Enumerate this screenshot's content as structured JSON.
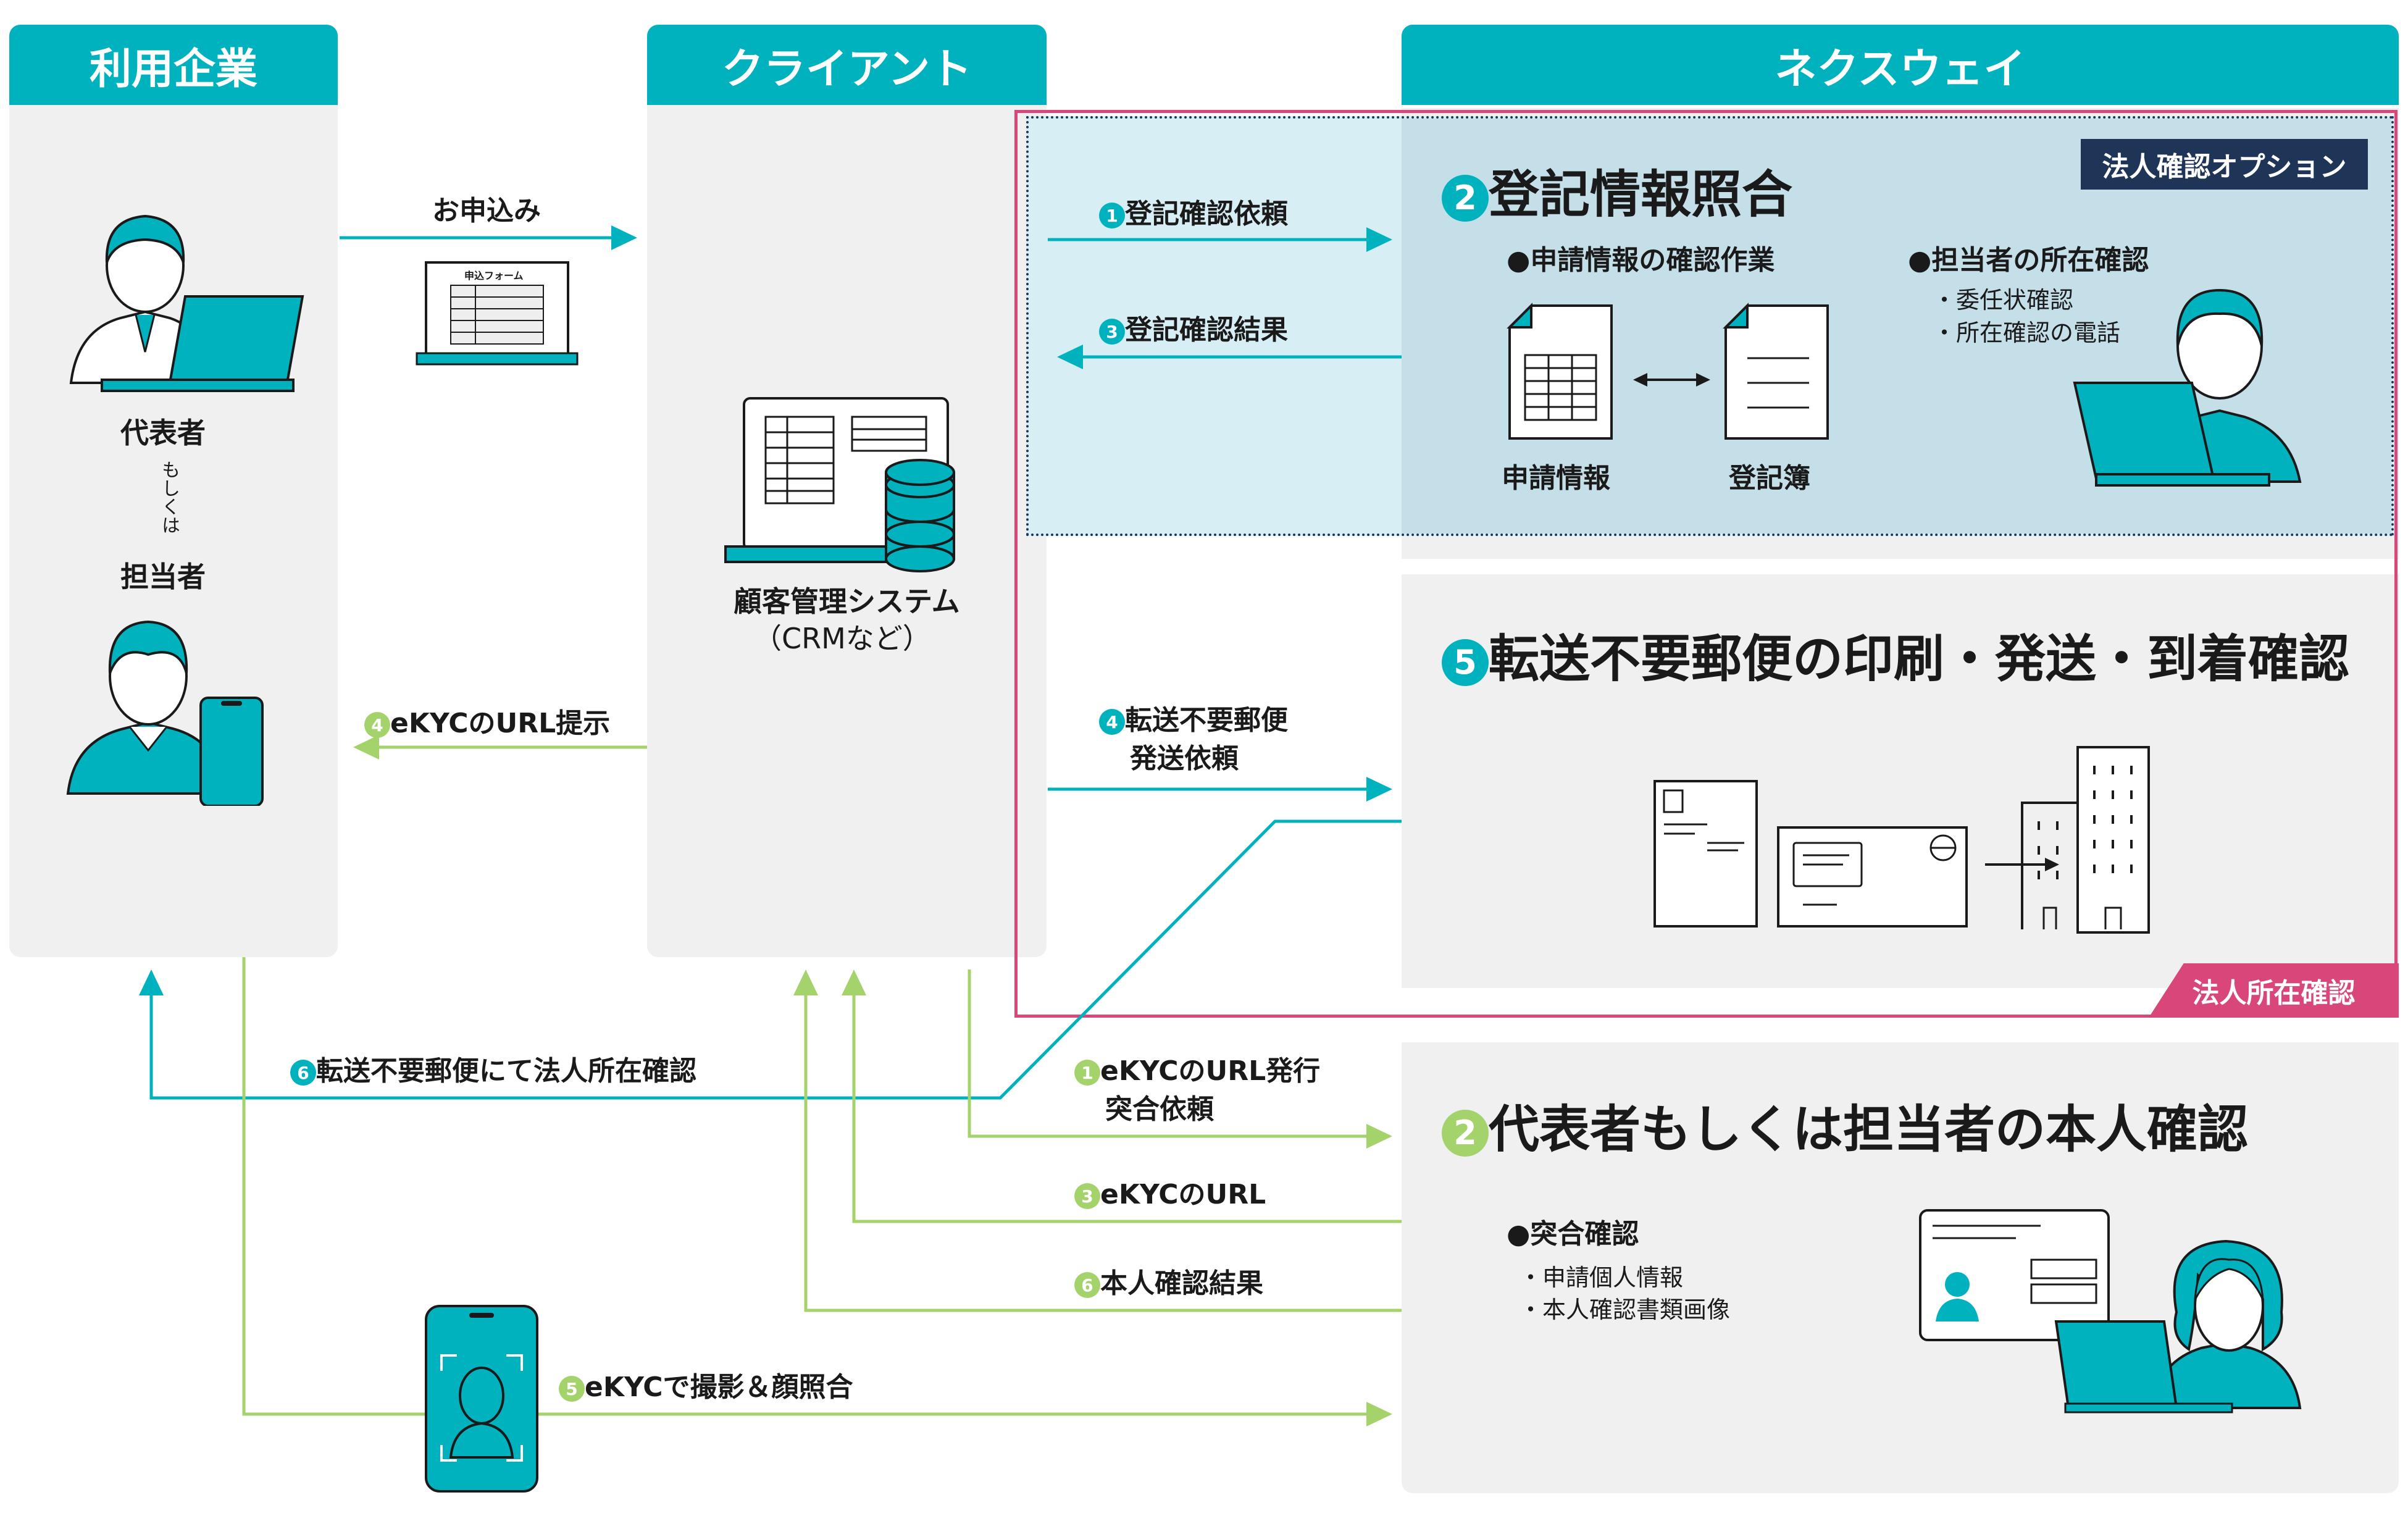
{
  "columns": {
    "company": "利用企業",
    "client": "クライアント",
    "nexway": "ネクスウェイ"
  },
  "company": {
    "representative": "代表者",
    "or": "もしくは",
    "person_in_charge": "担当者"
  },
  "flows": {
    "application": "お申込み",
    "form_label": "申込フォーム",
    "step1_registry": {
      "num": "1",
      "text": "登記確認依頼"
    },
    "step3_registry": {
      "num": "3",
      "text": "登記確認結果"
    },
    "step4_mail": {
      "num": "4",
      "line1": "転送不要郵便",
      "line2": "発送依頼"
    },
    "step4_url": {
      "num": "4",
      "text": "eKYCのURL提示"
    },
    "step6_mail": {
      "num": "6",
      "text": "転送不要郵便にて法人所在確認"
    },
    "step1_ekyc": {
      "num": "1",
      "line1": "eKYCのURL発行",
      "line2": "突合依頼"
    },
    "step3_url": {
      "num": "3",
      "text": "eKYCのURL"
    },
    "step6_result": {
      "num": "6",
      "text": "本人確認結果"
    },
    "step5_ekyc": {
      "num": "5",
      "text": "eKYCで撮影＆顔照合"
    }
  },
  "crm": {
    "line1": "顧客管理システム",
    "line2": "（CRMなど）"
  },
  "registry_section": {
    "num": "2",
    "title": "登記情報照合",
    "badge": "法人確認オプション",
    "bullet1": "●申請情報の確認作業",
    "bullet2": "●担当者の所在確認",
    "sub1": "・委任状確認",
    "sub2": "・所在確認の電話",
    "doc1": "申請情報",
    "doc2": "登記簿"
  },
  "mail_section": {
    "num": "5",
    "title": "転送不要郵便の印刷・発送・到着確認",
    "badge": "法人所在確認"
  },
  "identity_section": {
    "num": "2",
    "title": "代表者もしくは担当者の本人確認",
    "bullet": "●突合確認",
    "sub1": "・申請個人情報",
    "sub2": "・本人確認書類画像"
  },
  "colors": {
    "teal": "#00b1be",
    "green": "#a5d36b",
    "pink": "#d9467a",
    "navy": "#1e3557",
    "panel": "#f0f0f0",
    "light_blue": "#dcf1f6"
  }
}
